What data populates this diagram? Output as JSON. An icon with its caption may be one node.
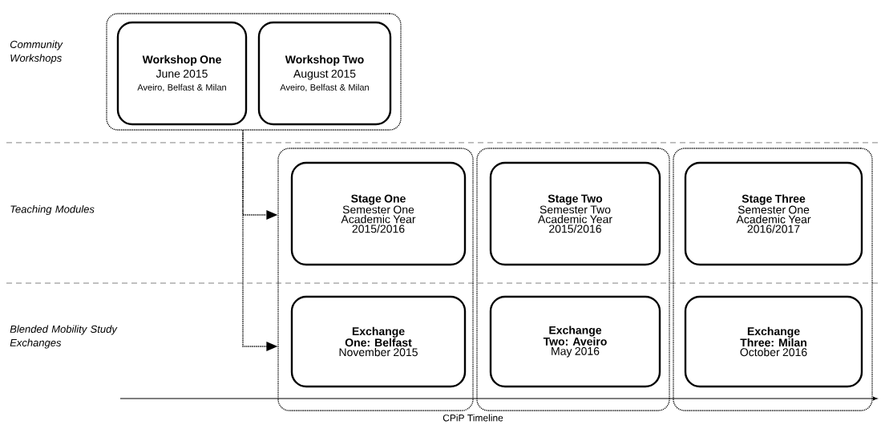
{
  "diagram": {
    "nodes": [
      {
        "text": [],
        "shape": "box"
      },
      {
        "text": [
          "Workshop One",
          "June 2015",
          "Aveiro, Belfast & Milan"
        ],
        "in": 0
      },
      {
        "text": [
          "Workshop Two",
          "August 2015",
          "Aveiro, Belfast & Milan"
        ],
        "in": 0
      },
      {
        "text": [],
        "shape": "box"
      },
      {
        "text": [
          "Stage One",
          "Semester One Academic Year 2015/2016"
        ],
        "in": 3
      },
      {
        "text": [
          "Exchange One: Belfast",
          "November 2015"
        ],
        "in": 3
      },
      {
        "text": [],
        "shape": "box"
      },
      {
        "text": [
          "Stage Two",
          "Semester Two Academic Year 2015/2016"
        ],
        "in": 6
      },
      {
        "text": [
          "Exchange Two: Aveiro",
          "May 2016"
        ],
        "in": 6
      },
      {
        "text": [],
        "shape": "box"
      },
      {
        "text": [
          "Stage Three",
          "Semester One Academic Year 2016/2017"
        ],
        "in": 9
      },
      {
        "text": [
          "Exchange Three: Milan",
          "October 2016"
        ],
        "in": 9
      }
    ],
    "edges": [
      {
        "from": 0,
        "to": 3,
        "arrow": "to",
        "style": "dashed"
      },
      {
        "from": 0,
        "to": 3,
        "arrow": "to",
        "style": "dashed"
      }
    ],
    "labels": [
      "Community Workshops",
      "Teaching Modules",
      "Blended Mobility Study Exchanges",
      "CPiP Timeline"
    ]
  }
}
